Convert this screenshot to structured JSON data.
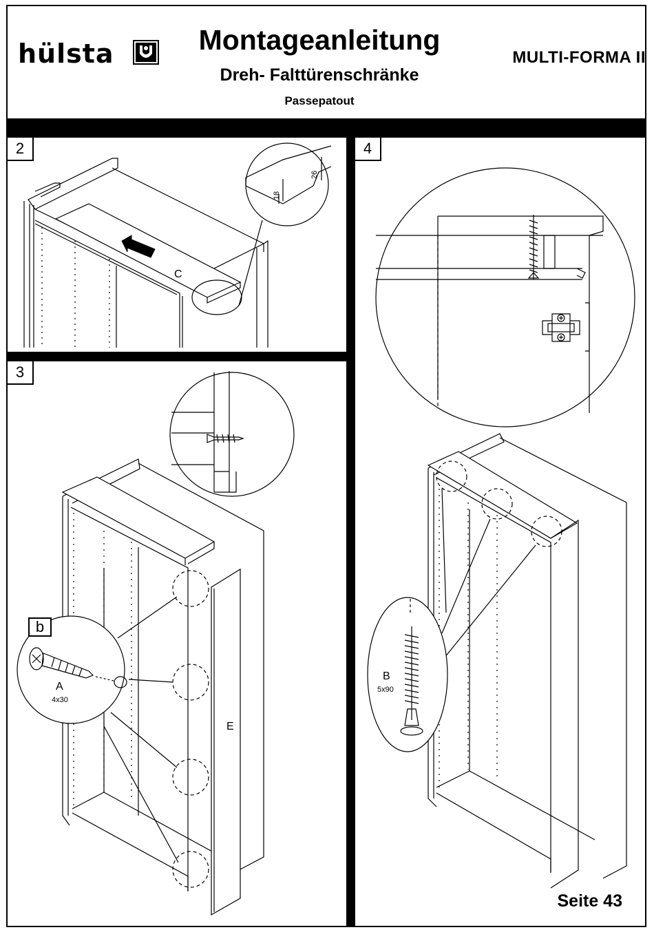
{
  "header": {
    "brand": "hülsta",
    "title": "Montageanleitung",
    "subtitle": "Dreh- Falttürenschränke",
    "variant": "Passepatout",
    "product": "MULTI-FORMA II"
  },
  "steps": [
    {
      "number": "2",
      "part_label": "C",
      "dim_a": "18",
      "dim_b": "26"
    },
    {
      "number": "3",
      "part_label": "E",
      "callout_label": "b",
      "screw_label": "A",
      "screw_size": "4x30"
    },
    {
      "number": "4",
      "screw_label": "B",
      "screw_size": "5x90"
    }
  ],
  "footer": {
    "page": "Seite 43"
  },
  "icons": [
    "arrow-icon",
    "screw-icon",
    "hinge-icon",
    "logo-mark-icon"
  ]
}
